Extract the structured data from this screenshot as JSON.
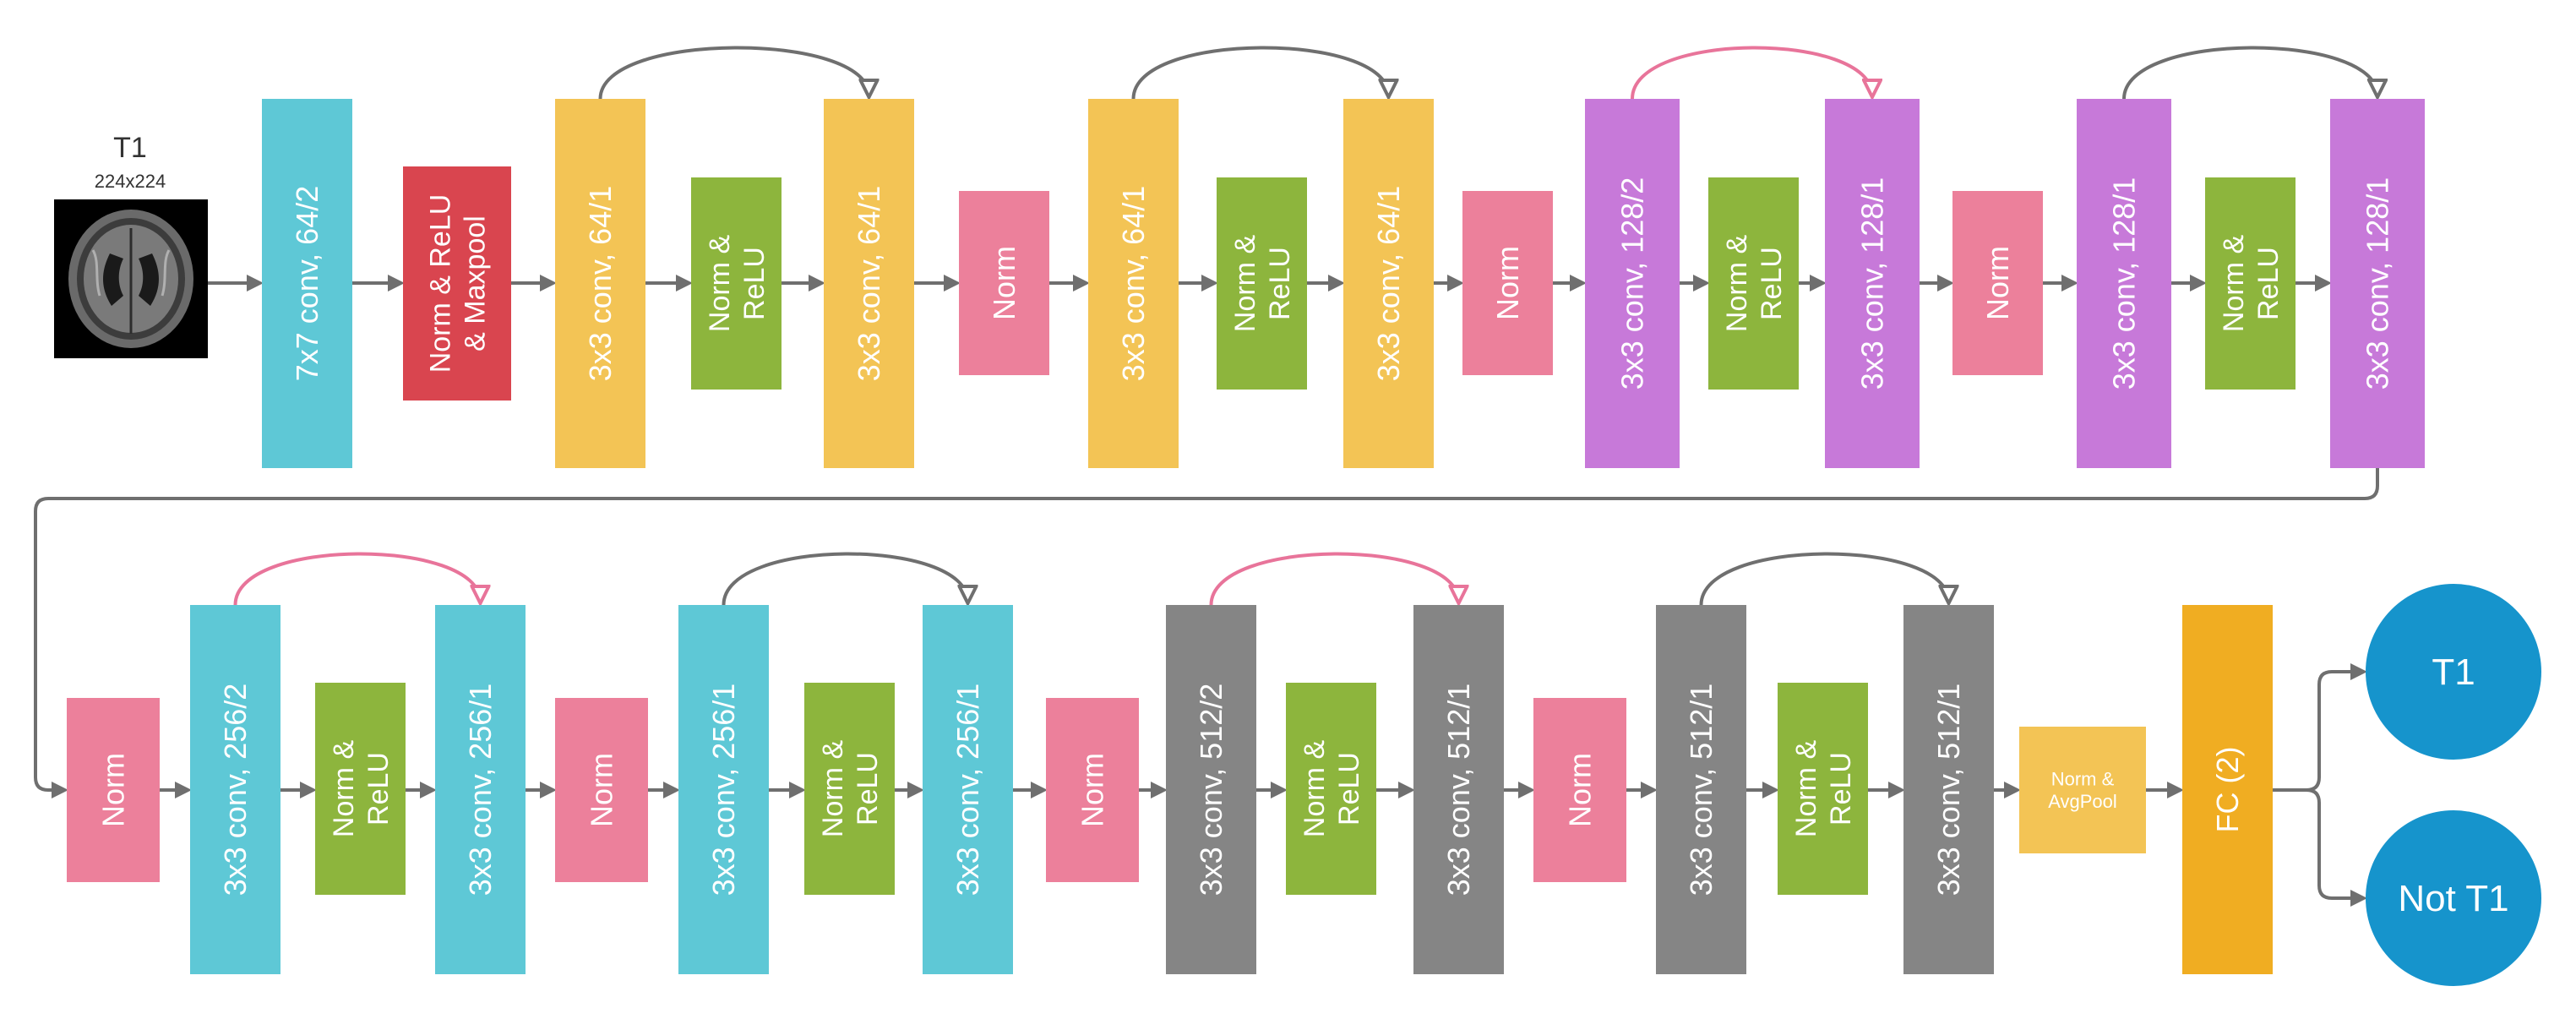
{
  "colors": {
    "cyan": "#5ec8d6",
    "red": "#d9454f",
    "yellow": "#f3c455",
    "green": "#8db53d",
    "pink": "#ec809b",
    "purple": "#c779d9",
    "gray": "#858585",
    "gold": "#f0ad22",
    "blue": "#1694cc",
    "arrow": "#6f6f6f",
    "skip_gray": "#6f6f6f",
    "skip_pink": "#e8749a"
  },
  "input": {
    "title": "T1",
    "size": "224x224",
    "image": "brain-mri-axial-slice"
  },
  "row1": [
    {
      "id": "b1",
      "label": "7x7 conv, 64/2",
      "color": "cyan"
    },
    {
      "id": "b2",
      "label": [
        "Norm & ReLU",
        "& Maxpool"
      ],
      "color": "red"
    },
    {
      "id": "b3",
      "label": "3x3 conv, 64/1",
      "color": "yellow"
    },
    {
      "id": "b4",
      "label": [
        "Norm &",
        "ReLU"
      ],
      "color": "green"
    },
    {
      "id": "b5",
      "label": "3x3 conv, 64/1",
      "color": "yellow"
    },
    {
      "id": "b6",
      "label": "Norm",
      "color": "pink"
    },
    {
      "id": "b7",
      "label": "3x3 conv, 64/1",
      "color": "yellow"
    },
    {
      "id": "b8",
      "label": [
        "Norm &",
        "ReLU"
      ],
      "color": "green"
    },
    {
      "id": "b9",
      "label": "3x3 conv, 64/1",
      "color": "yellow"
    },
    {
      "id": "b10",
      "label": "Norm",
      "color": "pink"
    },
    {
      "id": "b11",
      "label": "3x3 conv, 128/2",
      "color": "purple"
    },
    {
      "id": "b12",
      "label": [
        "Norm &",
        "ReLU"
      ],
      "color": "green"
    },
    {
      "id": "b13",
      "label": "3x3 conv, 128/1",
      "color": "purple"
    },
    {
      "id": "b14",
      "label": "Norm",
      "color": "pink"
    },
    {
      "id": "b15",
      "label": "3x3 conv, 128/1",
      "color": "purple"
    },
    {
      "id": "b16",
      "label": [
        "Norm &",
        "ReLU"
      ],
      "color": "green"
    },
    {
      "id": "b17",
      "label": "3x3 conv, 128/1",
      "color": "purple"
    }
  ],
  "row2": [
    {
      "id": "c1",
      "label": "Norm",
      "color": "pink"
    },
    {
      "id": "c2",
      "label": "3x3 conv, 256/2",
      "color": "cyan"
    },
    {
      "id": "c3",
      "label": [
        "Norm &",
        "ReLU"
      ],
      "color": "green"
    },
    {
      "id": "c4",
      "label": "3x3 conv, 256/1",
      "color": "cyan"
    },
    {
      "id": "c5",
      "label": "Norm",
      "color": "pink"
    },
    {
      "id": "c6",
      "label": "3x3 conv, 256/1",
      "color": "cyan"
    },
    {
      "id": "c7",
      "label": [
        "Norm &",
        "ReLU"
      ],
      "color": "green"
    },
    {
      "id": "c8",
      "label": "3x3 conv, 256/1",
      "color": "cyan"
    },
    {
      "id": "c9",
      "label": "Norm",
      "color": "pink"
    },
    {
      "id": "c10",
      "label": "3x3 conv, 512/2",
      "color": "gray"
    },
    {
      "id": "c11",
      "label": [
        "Norm &",
        "ReLU"
      ],
      "color": "green"
    },
    {
      "id": "c12",
      "label": "3x3 conv, 512/1",
      "color": "gray"
    },
    {
      "id": "c13",
      "label": "Norm",
      "color": "pink"
    },
    {
      "id": "c14",
      "label": "3x3 conv, 512/1",
      "color": "gray"
    },
    {
      "id": "c15",
      "label": [
        "Norm &",
        "ReLU"
      ],
      "color": "green"
    },
    {
      "id": "c16",
      "label": "3x3 conv, 512/1",
      "color": "gray"
    },
    {
      "id": "c17",
      "label": [
        "Norm &",
        "AvgPool"
      ],
      "color": "yellow",
      "horizontal": true
    },
    {
      "id": "c18",
      "label": "FC (2)",
      "color": "gold"
    }
  ],
  "skips": [
    {
      "from": "b3",
      "to": "b5",
      "color": "skip_gray"
    },
    {
      "from": "b7",
      "to": "b9",
      "color": "skip_gray"
    },
    {
      "from": "b11",
      "to": "b13",
      "color": "skip_pink"
    },
    {
      "from": "b15",
      "to": "b17",
      "color": "skip_gray"
    },
    {
      "from": "c2",
      "to": "c4",
      "color": "skip_pink"
    },
    {
      "from": "c6",
      "to": "c8",
      "color": "skip_gray"
    },
    {
      "from": "c10",
      "to": "c12",
      "color": "skip_pink"
    },
    {
      "from": "c14",
      "to": "c16",
      "color": "skip_gray"
    }
  ],
  "outputs": [
    {
      "id": "out-t1",
      "label": "T1"
    },
    {
      "id": "out-not-t1",
      "label": "Not T1"
    }
  ]
}
